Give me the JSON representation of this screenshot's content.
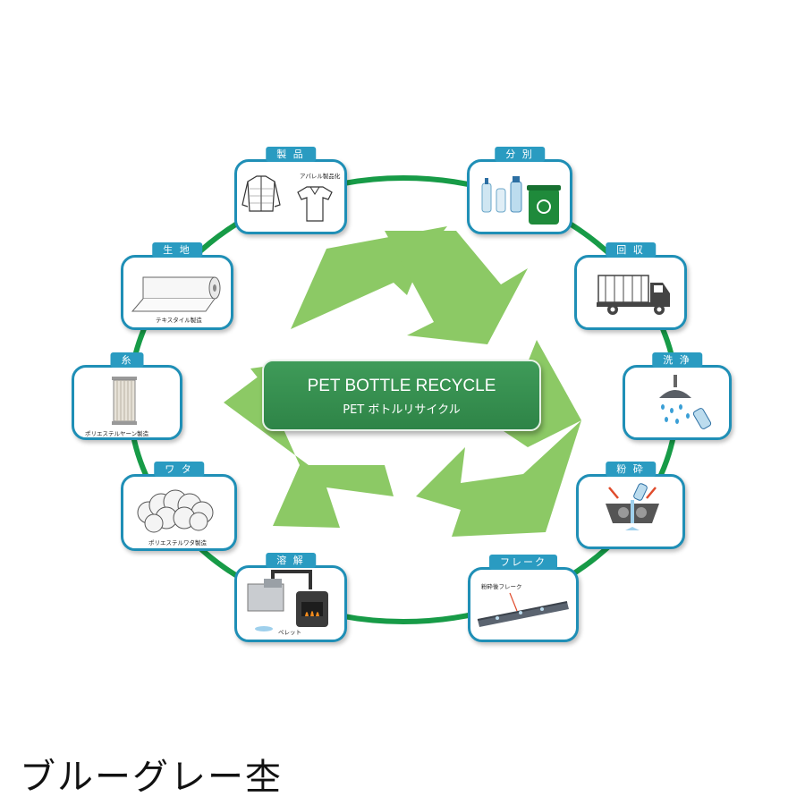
{
  "center": {
    "title": "PET BOTTLE RECYCLE",
    "subtitle": "PET ボトルリサイクル"
  },
  "steps": [
    {
      "tab": "製 品",
      "caption": "アパレル製品化",
      "icon": "clothing-icon"
    },
    {
      "tab": "分 別",
      "caption": "",
      "icon": "bottles-and-bin-icon"
    },
    {
      "tab": "回 収",
      "caption": "",
      "icon": "garbage-truck-icon"
    },
    {
      "tab": "洗 浄",
      "caption": "",
      "icon": "shower-washing-icon"
    },
    {
      "tab": "粉 砕",
      "caption": "",
      "icon": "crusher-icon"
    },
    {
      "tab": "フレーク",
      "caption": "粉砕後フレーク",
      "icon": "conveyor-flake-icon"
    },
    {
      "tab": "溶 解",
      "caption": "ペレット",
      "icon": "melting-furnace-icon"
    },
    {
      "tab": "ワ タ",
      "caption": "ポリエステルワタ製造",
      "icon": "cotton-wad-icon"
    },
    {
      "tab": "糸",
      "caption": "ポリエステルヤーン製造",
      "icon": "yarn-spool-icon"
    },
    {
      "tab": "生 地",
      "caption": "テキスタイル製造",
      "icon": "fabric-roll-icon"
    }
  ],
  "bottom_label": "ブルーグレー杢",
  "colors": {
    "ring": "#179b47",
    "arrow": "#8cc965",
    "card_border": "#1f8fb6",
    "tab": "#2a9bc1",
    "center_box": "#358f4f"
  }
}
